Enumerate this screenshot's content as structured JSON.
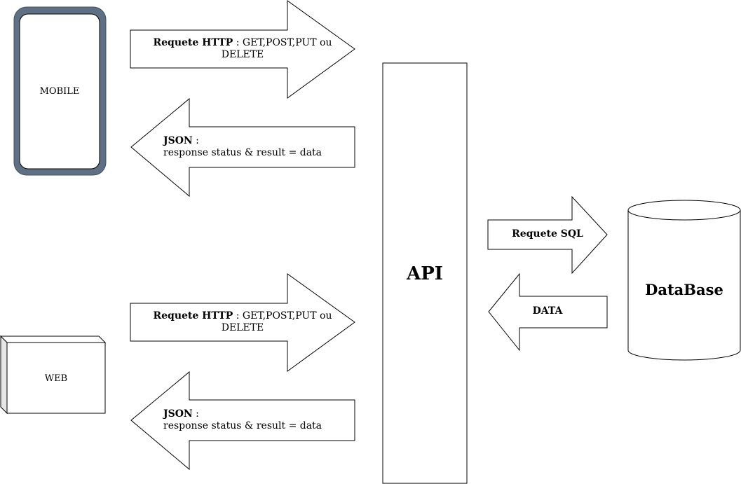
{
  "colors": {
    "stroke": "#000000",
    "fill": "#ffffff",
    "mobile_frame": "#5f6f84",
    "web_side": "#e6e6e6"
  },
  "mobile": {
    "label": "MOBILE"
  },
  "web": {
    "label": "WEB"
  },
  "api": {
    "label": "API"
  },
  "database": {
    "label": "DataBase"
  },
  "mobile_request": {
    "bold": "Requete HTTP",
    "rest": " : GET,POST,PUT ou",
    "line2": "DELETE"
  },
  "mobile_response": {
    "bold": "JSON",
    "rest": " :",
    "line2": "response status & result = data"
  },
  "web_request": {
    "bold": "Requete HTTP",
    "rest": " : GET,POST,PUT ou",
    "line2": "DELETE"
  },
  "web_response": {
    "bold": "JSON",
    "rest": " :",
    "line2": "response status & result = data"
  },
  "sql_request": {
    "label": "Requete SQL"
  },
  "db_response": {
    "label": "DATA"
  }
}
